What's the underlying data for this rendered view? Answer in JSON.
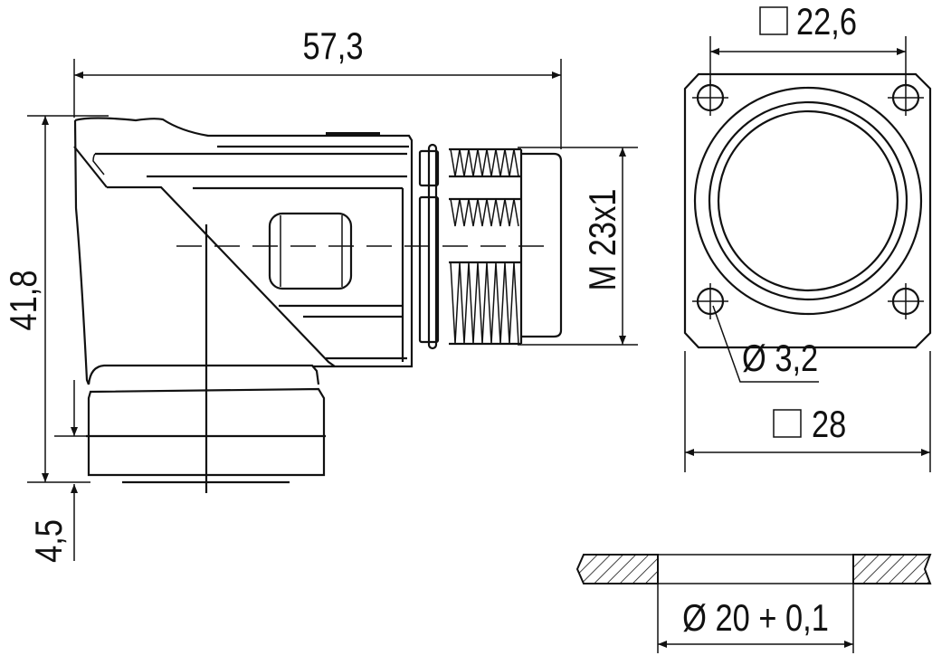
{
  "drawing": {
    "dimensions": {
      "overall_length": "57,3",
      "overall_height": "41,8",
      "base_offset": "4,5",
      "thread": "M 23x1",
      "hole_spacing_symbol": "square",
      "hole_spacing": "22,6",
      "hole_diameter": "Ø 3,2",
      "flange_size_symbol": "square",
      "flange_size": "28",
      "panel_cutout": "Ø 20 + 0,1"
    }
  }
}
